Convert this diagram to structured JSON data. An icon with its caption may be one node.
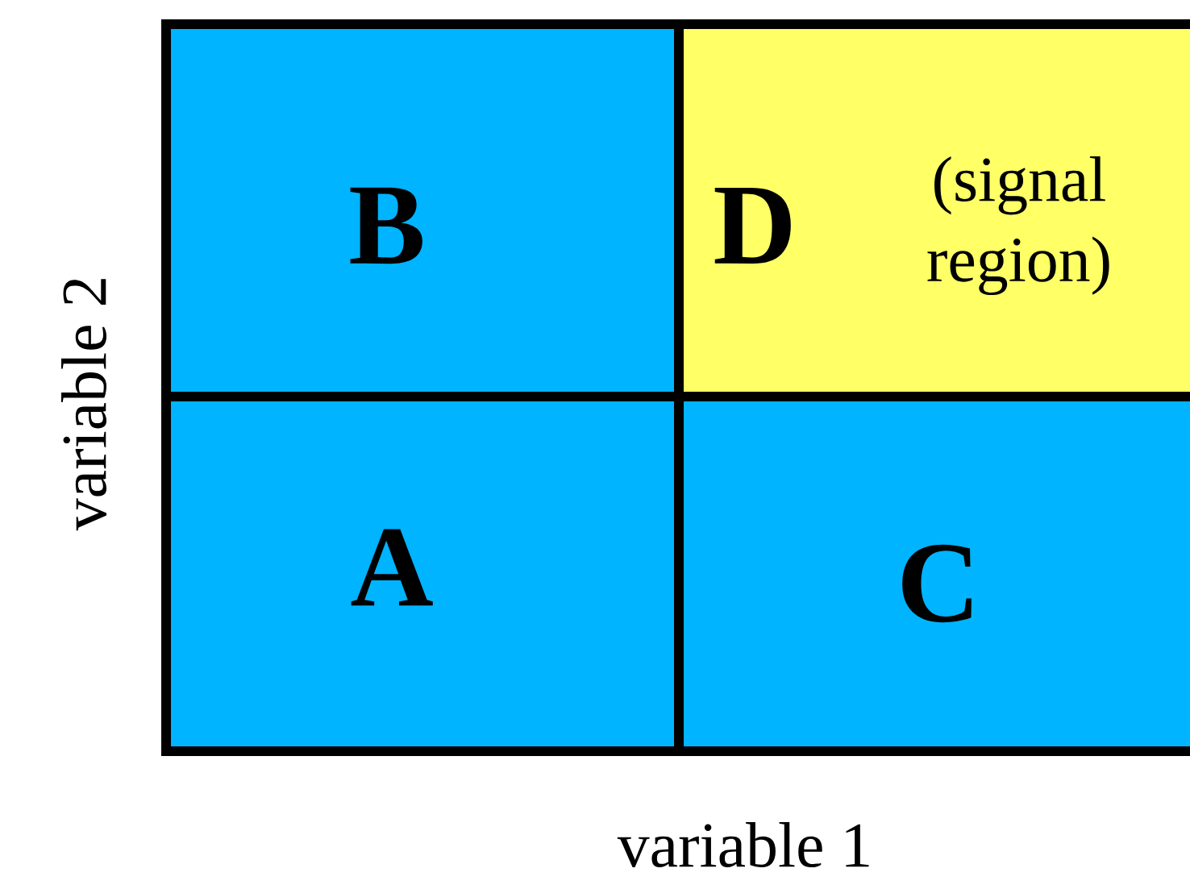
{
  "diagram": {
    "nodes": [
      {
        "text": [
          "B"
        ]
      },
      {
        "text": [
          "D",
          "(signal region)"
        ]
      },
      {
        "text": [
          "A"
        ]
      },
      {
        "text": [
          "C"
        ]
      }
    ],
    "labels": [
      "variable 2",
      "variable 1"
    ]
  }
}
